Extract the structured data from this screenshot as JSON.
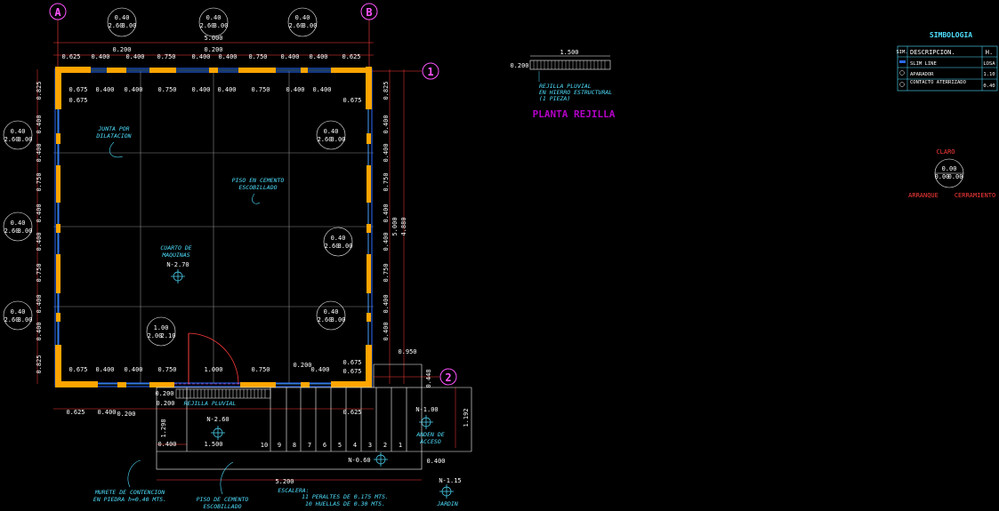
{
  "drawing": {
    "axes": {
      "a": "A",
      "b": "B",
      "one": "1",
      "two": "2"
    },
    "dims": {
      "top_total": "5.000",
      "top_sub_200": "0.200",
      "seg_625": "0.625",
      "seg_400": "0.400",
      "seg_750": "0.750",
      "seg_675": "0.675",
      "seg_825": "0.825",
      "seg_950": "0.950",
      "seg_1000": "1.000",
      "seg_1500": "1.500",
      "seg_5200": "5.200",
      "seg_1192": "1.192",
      "seg_1298": "1.298",
      "seg_5000v": "5.000",
      "seg_4880": "4.880",
      "seg_448": "0.448"
    },
    "windows": {
      "w_top": "0.40",
      "w_sub": "2.60",
      "w_sub2": "3.00",
      "door_top": "1.00",
      "door_sub": "2.00",
      "door_sub2": "2.10"
    },
    "notes": {
      "junta_l1": "JUNTA POR",
      "junta_l2": "DILATACION",
      "piso_l1": "PISO EN CEMENTO",
      "piso_l2": "ESCOBILLADO",
      "cuarto_l1": "CUARTO DE",
      "cuarto_l2": "MAQUINAS",
      "level_main": "N-2.70",
      "rejilla_pluvial": "REJILLA PLUVIAL",
      "level_pit": "N-2.60",
      "level_stair": "N-1.00",
      "anden_l1": "ANDEN DE",
      "anden_l2": "ACCESO",
      "level_landing": "N-0.60",
      "level_garden": "N-1.15",
      "jardin": "JARDIN",
      "murete_l1": "MURETE DE CONTENCION",
      "murete_l2": "EN PIEDRA h=0.40 MTS.",
      "piso2_l1": "PISO DE CEMENTO",
      "piso2_l2": "ESCOBILLADO",
      "escalera_l1": "ESCALERA:",
      "escalera_l2": "11 PERALTES DE 0.175 MTS.",
      "escalera_l3": "10 HUELLAS DE 0.30 MTS."
    },
    "stair_steps": [
      "10",
      "9",
      "8",
      "7",
      "6",
      "5",
      "4",
      "3",
      "2",
      "1"
    ],
    "rejilla": {
      "width": "1.500",
      "height": "0.200",
      "desc_l1": "REJILLA PLUVIAL",
      "desc_l2": "EN HIERRO ESTRUCTURAL",
      "desc_l3": "(1 PIEZA)",
      "title": "PLANTA REJILLA"
    },
    "legend": {
      "title": "SIMBOLOGIA",
      "col_symbol": "SIM.",
      "col_desc": "DESCRIPCION.",
      "col_h": "H.",
      "rows": [
        {
          "desc": "SLIM LINE",
          "h": "LOSA"
        },
        {
          "desc": "APARADOR",
          "h": "1.10"
        },
        {
          "desc": "CONTACTO ATERRIZADO",
          "h": "0.40"
        }
      ]
    },
    "claro": {
      "title": "CLARO",
      "value": "0.00",
      "left": "0.00",
      "right": "0.00",
      "arranque": "ARRANQUE",
      "cerramiento": "CERRAMIENTO"
    }
  }
}
